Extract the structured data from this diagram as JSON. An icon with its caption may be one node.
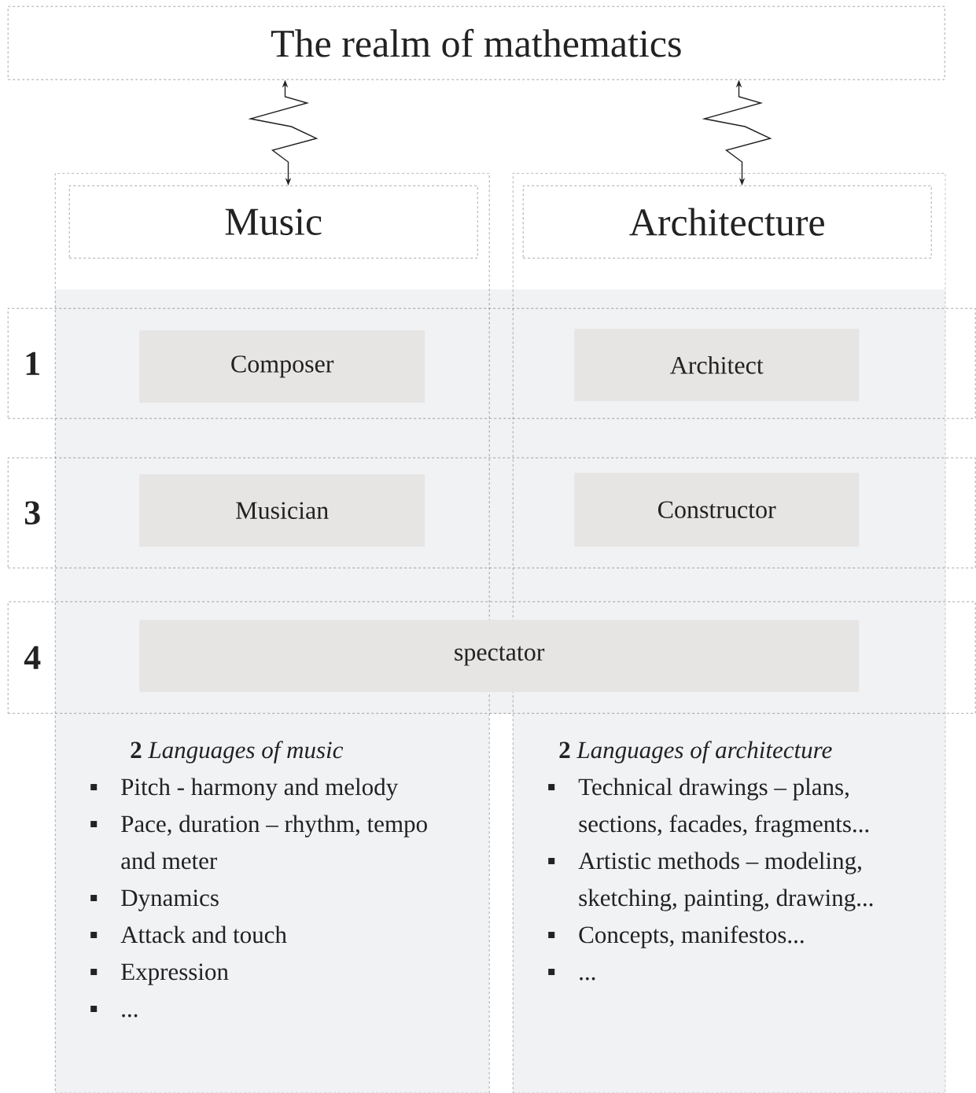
{
  "diagram": {
    "nodes": [
      {
        "text": [
          "The realm of mathematics"
        ]
      },
      {
        "text": [
          "**2** *Languages of music*",
          "Pitch - harmony and melody",
          "Pace, duration – rhythm, tempo and meter",
          "Dynamics",
          "Attack and touch",
          "Expression",
          "..."
        ]
      },
      {
        "text": [
          "Music"
        ],
        "in": 1
      },
      {
        "text": [
          "**2** *Languages of architecture*",
          "Technical drawings – plans, sections, facades, fragments...",
          "Artistic methods – modeling, sketching, painting, drawing...",
          "Concepts, manifestos...",
          "..."
        ]
      },
      {
        "text": [
          "Architecture"
        ],
        "in": 3
      },
      {
        "text": [
          "1"
        ]
      },
      {
        "text": [
          "Composer"
        ]
      },
      {
        "text": [
          "Architect"
        ]
      },
      {
        "text": [
          "3"
        ]
      },
      {
        "text": [
          "Musician"
        ]
      },
      {
        "text": [
          "Constructor"
        ]
      },
      {
        "text": [
          "4"
        ]
      },
      {
        "text": [
          "spectator"
        ],
        "in": 11
      }
    ],
    "edges": [
      {
        "from": 0,
        "to": 2,
        "arrow": "both"
      },
      {
        "from": 0,
        "to": 4,
        "arrow": "both"
      }
    ]
  }
}
